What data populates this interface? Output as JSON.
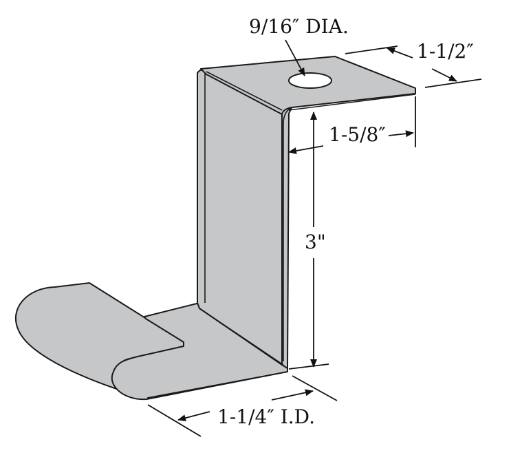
{
  "dimensions": {
    "hole_diameter": "9/16″ DIA.",
    "flange_width": "1-1/2″",
    "top_depth": "1-5/8″",
    "height": "3\"",
    "bottom_inner_diameter": "1-1/4″ I.D."
  },
  "colors": {
    "part_fill": "#c6c7c9",
    "part_edge": "#1a1a1a",
    "background": "#ffffff"
  }
}
